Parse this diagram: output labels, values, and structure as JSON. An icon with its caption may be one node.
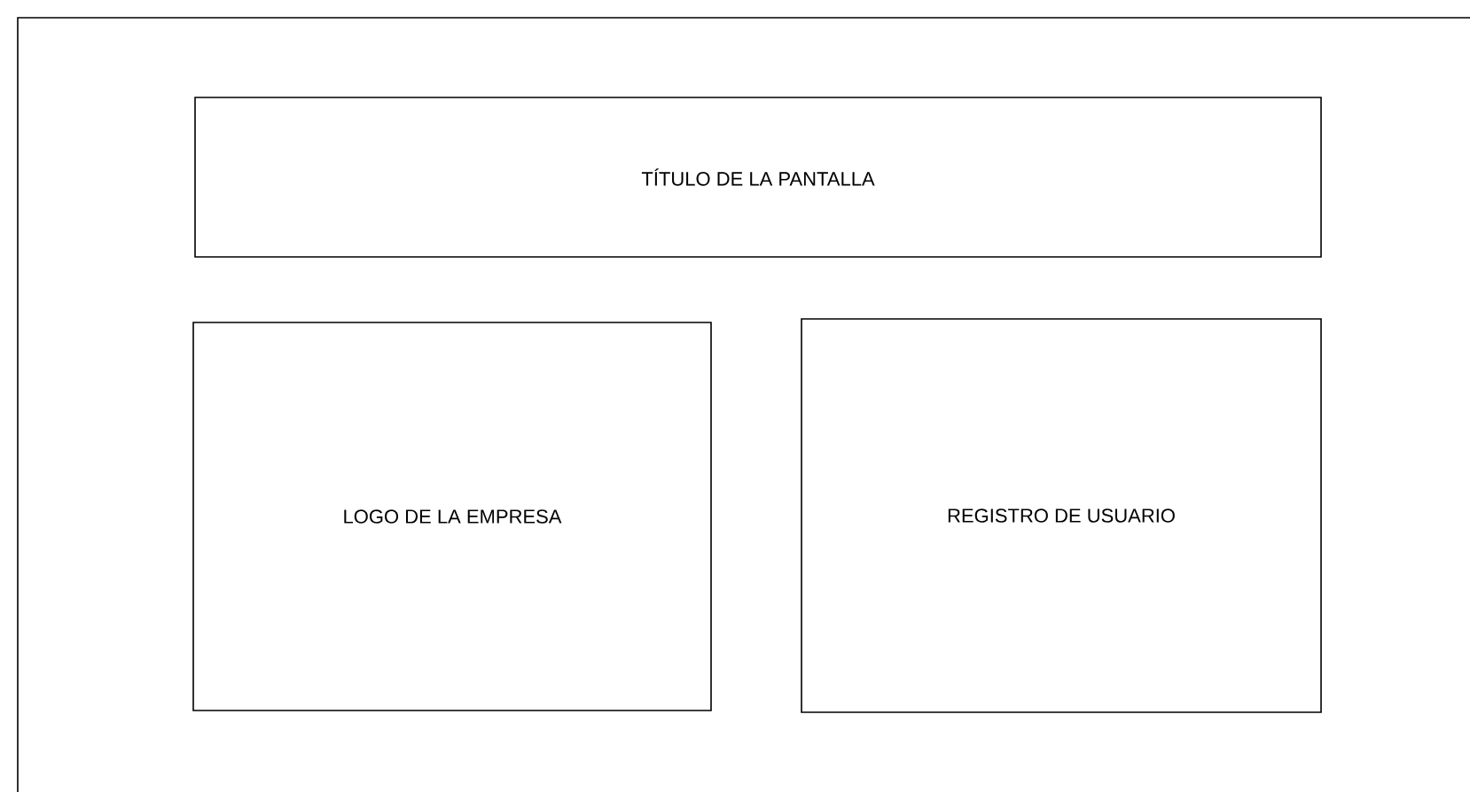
{
  "diagram": {
    "nodes": [
      {
        "text": [],
        "shape": "box"
      },
      {
        "text": [
          "TÍTULO DE LA PANTALLA"
        ],
        "in": 0
      },
      {
        "text": [
          "LOGO DE LA EMPRESA"
        ],
        "in": 0
      },
      {
        "text": [
          "REGISTRO DE USUARIO"
        ],
        "in": 0
      }
    ]
  }
}
